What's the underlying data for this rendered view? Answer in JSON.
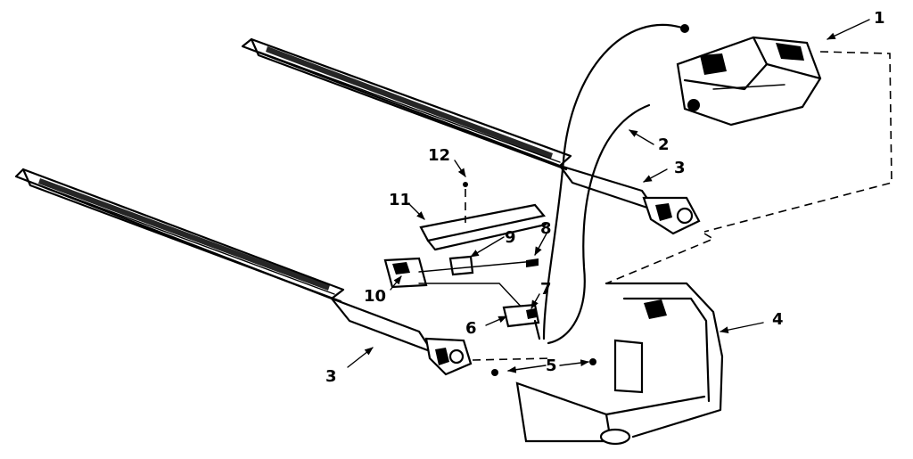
{
  "callouts": {
    "c1": "1",
    "c2": "2",
    "c3a": "3",
    "c3b": "3",
    "c4": "4",
    "c5": "5",
    "c6": "6",
    "c7": "7",
    "c8": "8",
    "c9": "9",
    "c10": "10",
    "c11": "11",
    "c12": "12"
  },
  "colors": {
    "line": "#000000",
    "background": "#ffffff"
  }
}
